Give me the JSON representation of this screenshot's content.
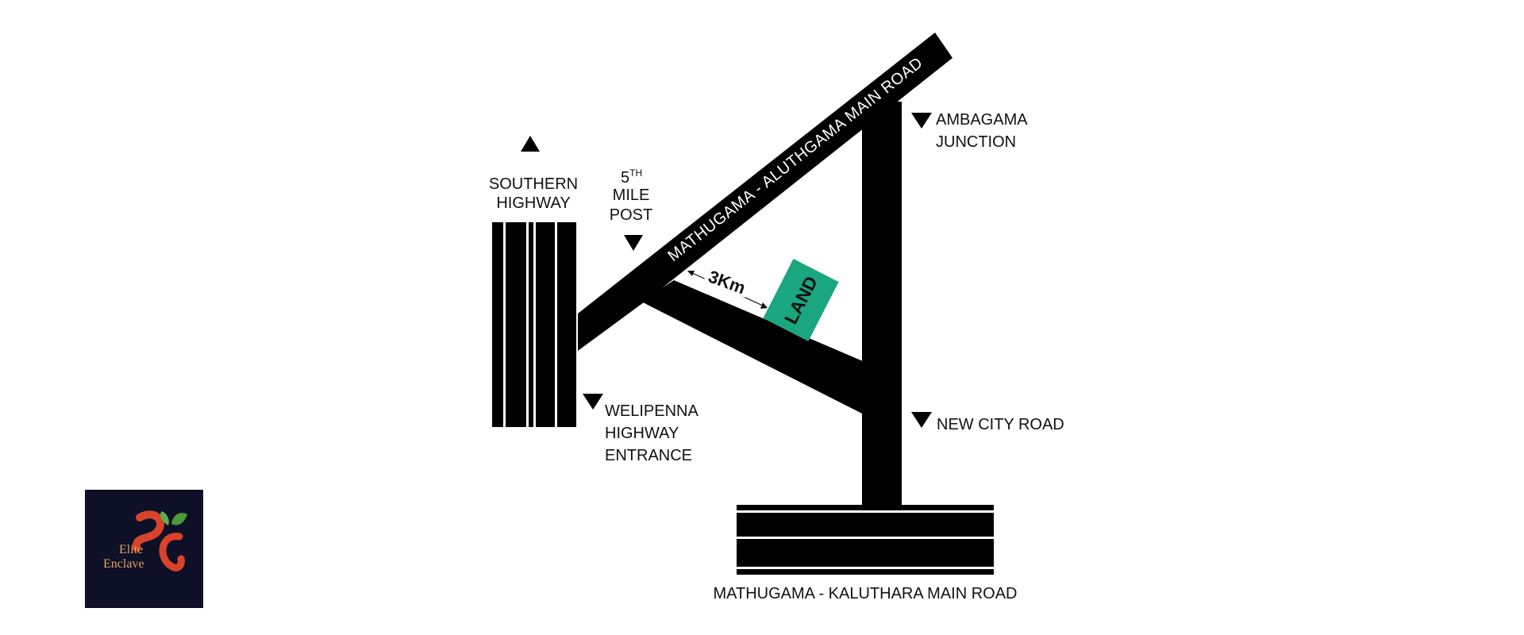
{
  "colors": {
    "road": "#000000",
    "land": "#1aa67f",
    "logo_bg": "#0d1027",
    "logo_accent": "#d8432a",
    "logo_leaf": "#4a9a3a",
    "logo_text": "#e6a060"
  },
  "roads": {
    "aluthgama": "MATHUGAMA - ALUTHGAMA MAIN ROAD",
    "kaluthara": "MATHUGAMA - KALUTHARA MAIN ROAD"
  },
  "land": {
    "label": "LAND",
    "distance": "3Km"
  },
  "labels": {
    "southern_highway": [
      "SOUTHERN",
      "HIGHWAY"
    ],
    "mile_post_number": "5",
    "mile_post_suffix": "TH",
    "mile_post_lines": [
      "MILE",
      "POST"
    ],
    "ambagama": [
      "AMBAGAMA",
      "JUNCTION"
    ],
    "new_city_road": "NEW CITY ROAD",
    "welipenna": [
      "WELIPENNA",
      "HIGHWAY",
      "ENTRANCE"
    ]
  },
  "logo": {
    "line1": "Elite",
    "line2": "Enclave"
  }
}
